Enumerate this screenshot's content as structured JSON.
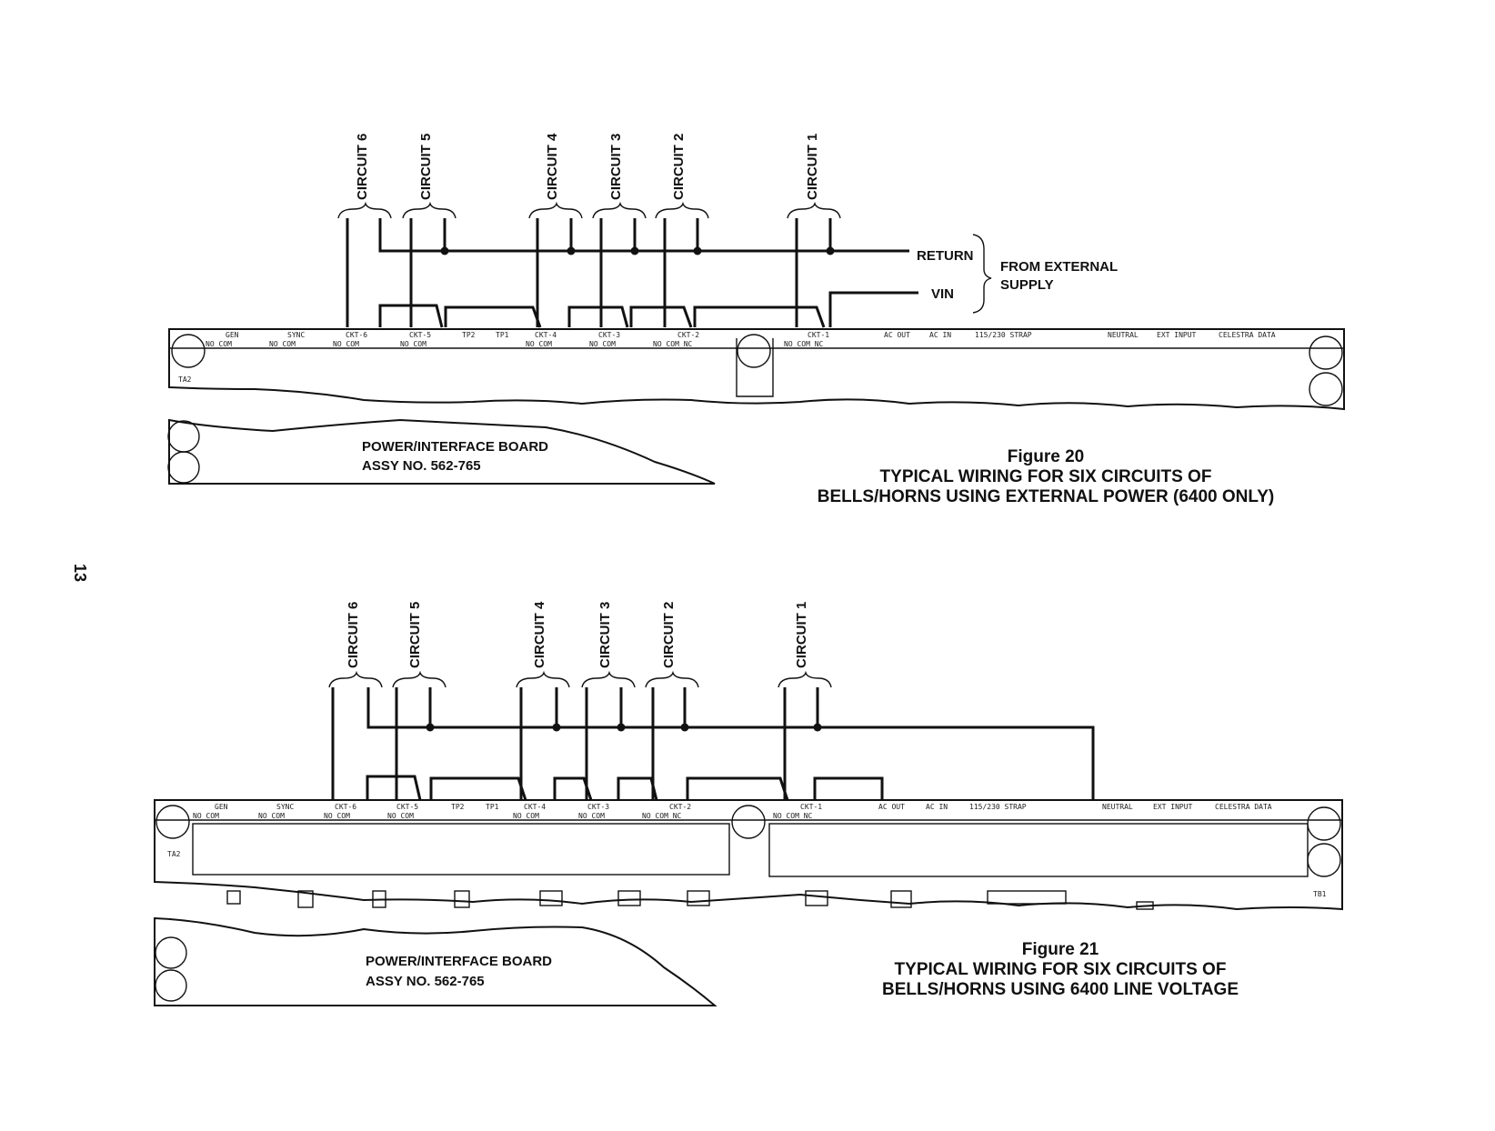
{
  "page": {
    "number": "13"
  },
  "figure20": {
    "circuits": [
      "CIRCUIT 6",
      "CIRCUIT 5",
      "CIRCUIT 4",
      "CIRCUIT 3",
      "CIRCUIT 2",
      "CIRCUIT 1"
    ],
    "return_label": "RETURN",
    "vin_label": "VIN",
    "supply_label_1": "FROM EXTERNAL",
    "supply_label_2": "SUPPLY",
    "board_name": "POWER/INTERFACE BOARD",
    "board_assy": "ASSY NO. 562-765",
    "caption_1": "Figure 20",
    "caption_2": "TYPICAL WIRING FOR SIX CIRCUITS OF",
    "caption_3": "BELLS/HORNS USING EXTERNAL POWER (6400 ONLY)"
  },
  "figure21": {
    "circuits": [
      "CIRCUIT 6",
      "CIRCUIT 5",
      "CIRCUIT 4",
      "CIRCUIT 3",
      "CIRCUIT 2",
      "CIRCUIT 1"
    ],
    "board_name": "POWER/INTERFACE BOARD",
    "board_assy": "ASSY NO. 562-765",
    "caption_1": "Figure 21",
    "caption_2": "TYPICAL WIRING FOR SIX CIRCUITS OF",
    "caption_3": "BELLS/HORNS USING 6400 LINE VOLTAGE"
  },
  "terminal_strip": {
    "groups": [
      "GEN",
      "SYNC",
      "CKT-6",
      "CKT-5",
      "TP2",
      "TP1",
      "CKT-4",
      "CKT-3",
      "CKT-2",
      "CKT-1",
      "AC OUT",
      "AC IN",
      "115/230 STRAP",
      "NEUTRAL",
      "EXT INPUT",
      "CELESTRA DATA"
    ],
    "contacts_2": "NO COM",
    "contacts_3": "NO COM NC"
  }
}
